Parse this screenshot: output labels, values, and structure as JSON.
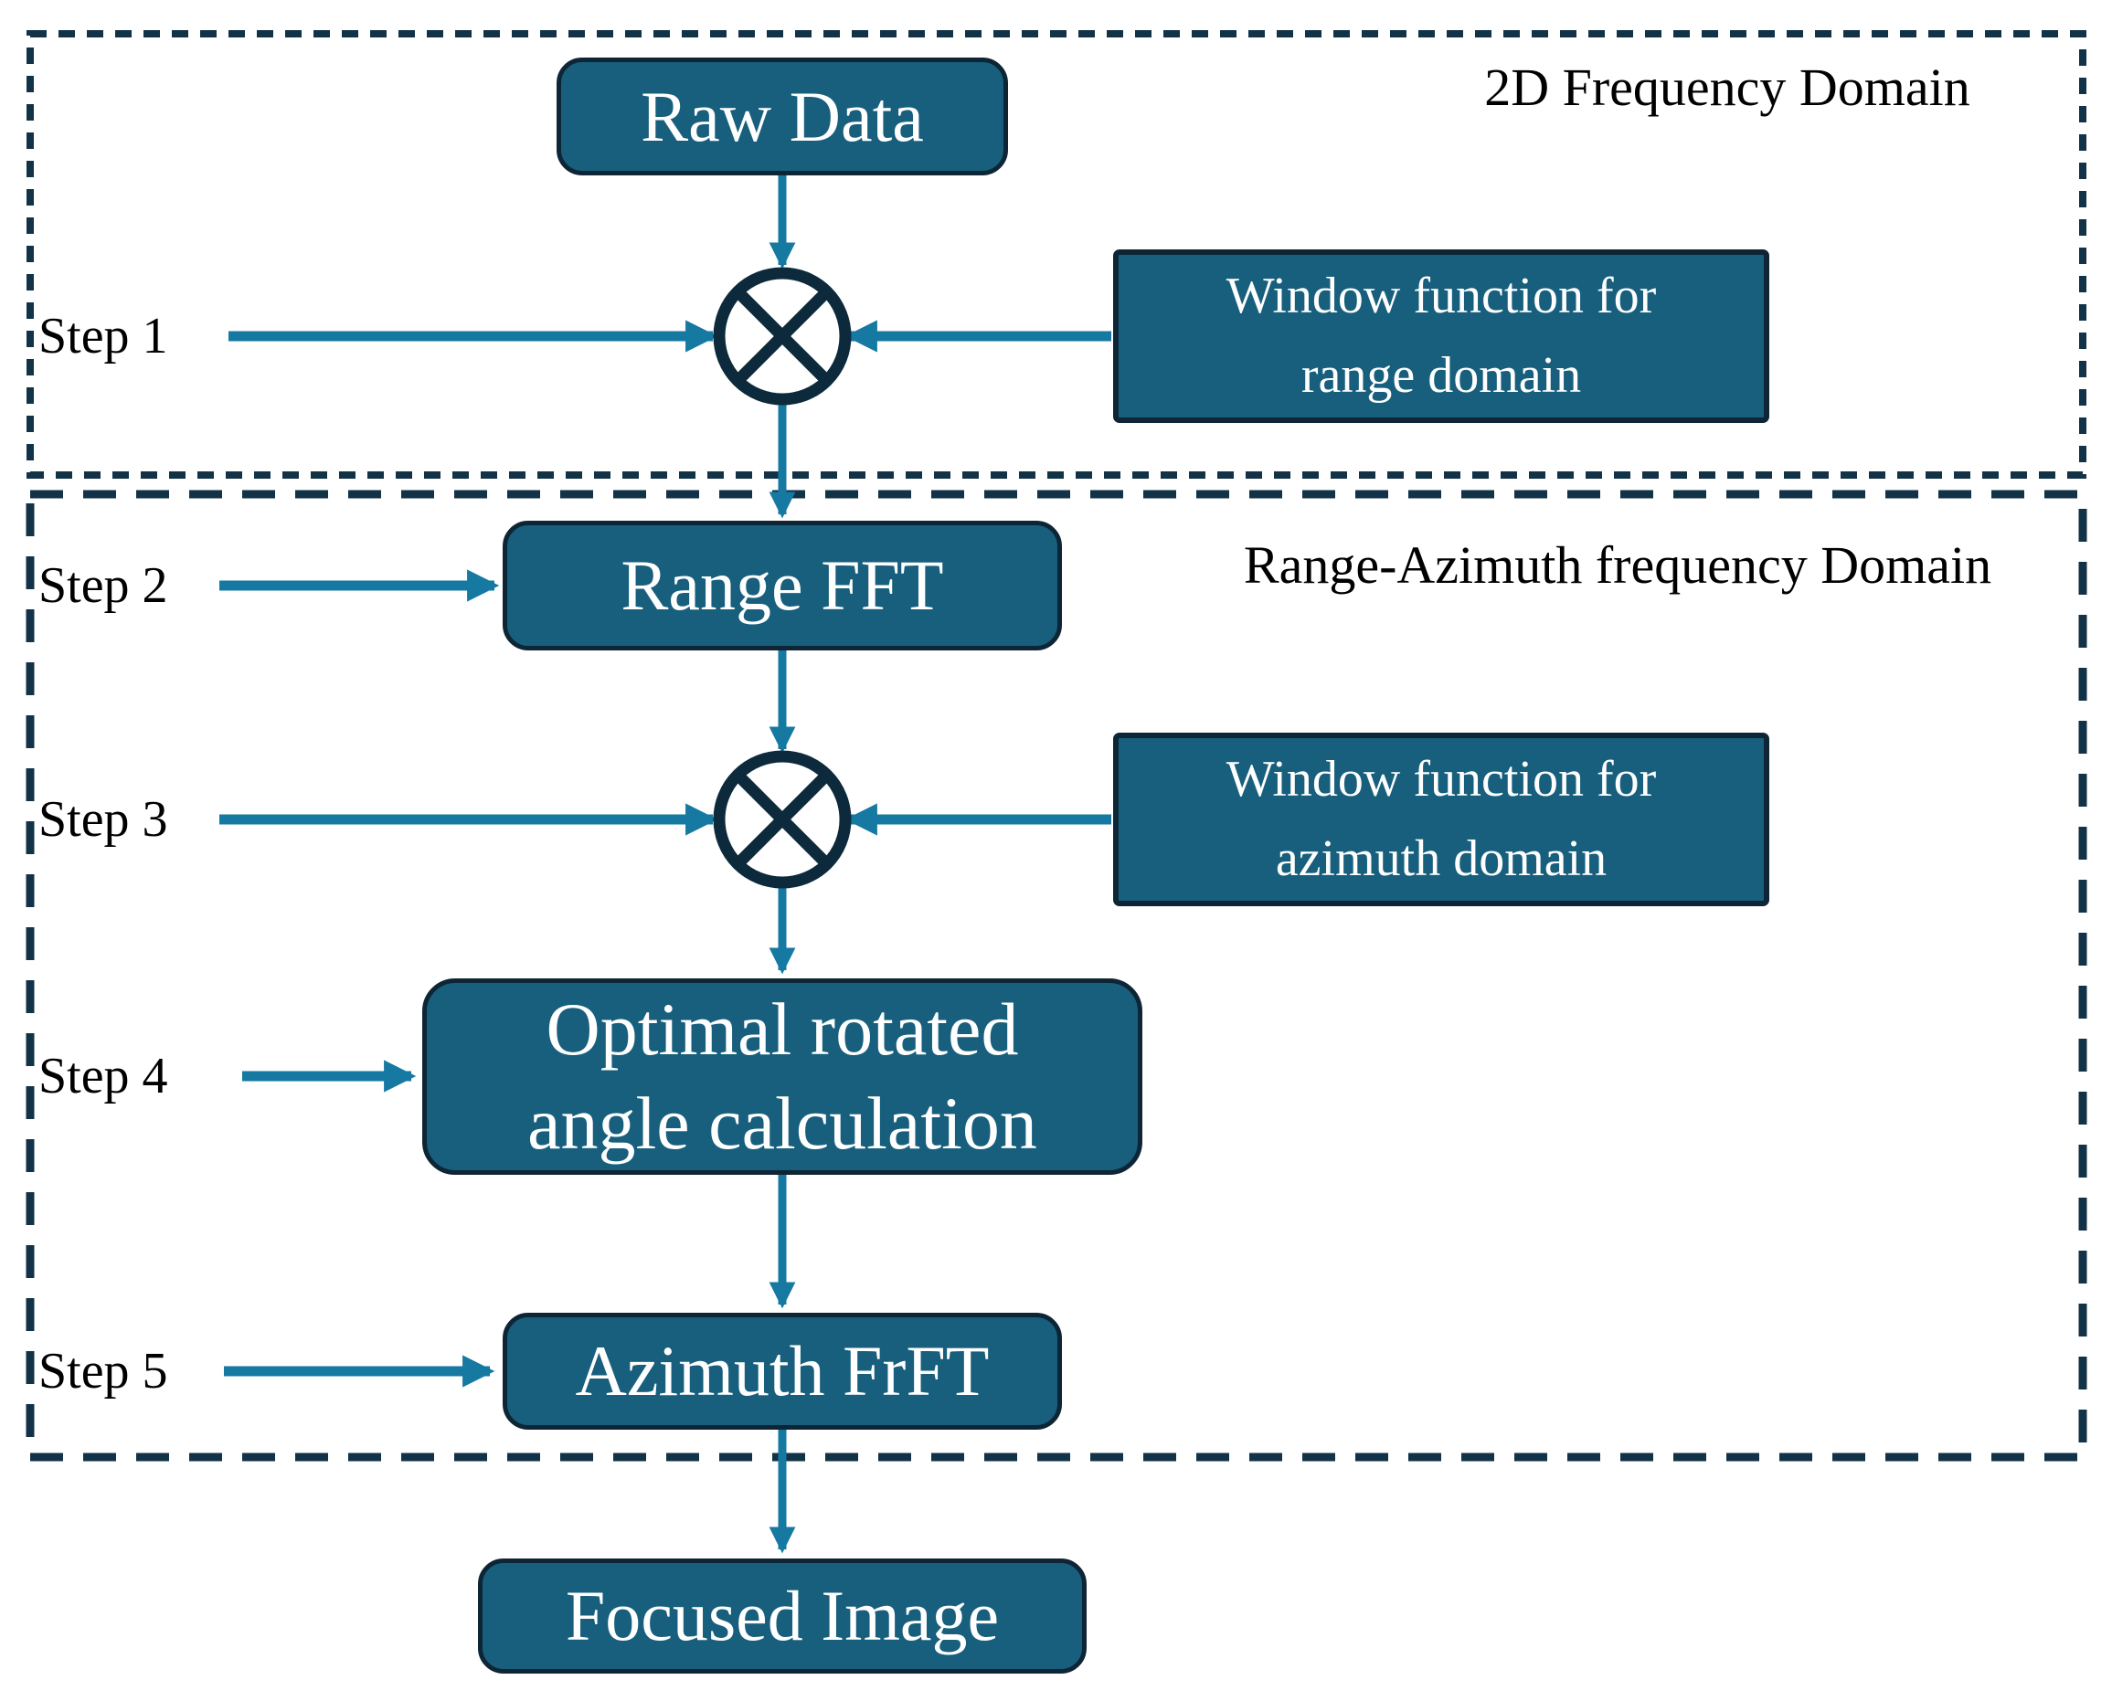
{
  "regions": [
    {
      "label": "2D Frequency Domain"
    },
    {
      "label": "Range-Azimuth frequency Domain"
    }
  ],
  "steps": [
    {
      "label": "Step 1"
    },
    {
      "label": "Step 2"
    },
    {
      "label": "Step 3"
    },
    {
      "label": "Step 4"
    },
    {
      "label": "Step 5"
    }
  ],
  "nodes": {
    "raw_data": {
      "label": "Raw Data"
    },
    "window_range": {
      "lines": [
        "Window function for",
        "range domain"
      ]
    },
    "range_fft": {
      "label": "Range FFT"
    },
    "window_azimuth": {
      "lines": [
        "Window function for",
        "azimuth domain"
      ]
    },
    "optimal_rotation": {
      "lines": [
        "Optimal rotated",
        "angle calculation"
      ]
    },
    "azimuth_frft": {
      "label": "Azimuth FrFT"
    },
    "focused_image": {
      "label": "Focused Image"
    }
  },
  "operators": [
    {
      "symbol": "multiply"
    },
    {
      "symbol": "multiply"
    }
  ],
  "colors": {
    "node_fill": "#175f7d",
    "node_border": "#0e2535",
    "arrow": "#1579a1",
    "dashed_border": "#123247",
    "multiply_stroke": "#0c2a3c",
    "node_text": "#ffffff",
    "label_text": "#000000"
  }
}
